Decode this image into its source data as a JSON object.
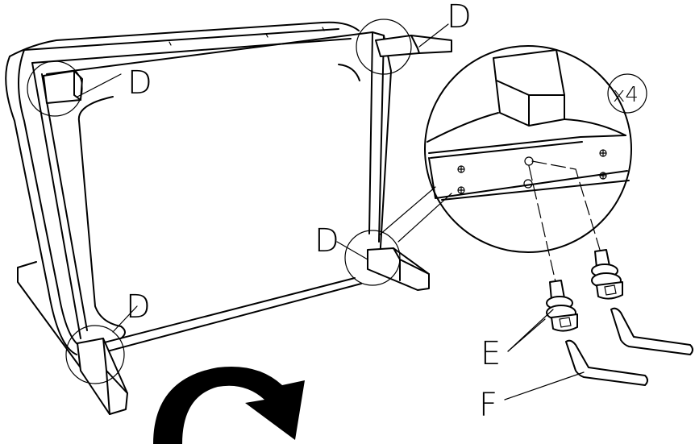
{
  "labels": {
    "corner_tr": "D",
    "corner_tl": "D",
    "corner_br": "D",
    "corner_bl": "D",
    "quantity": "x4",
    "part_e": "E",
    "part_f": "F"
  },
  "icons": {
    "rotate": "curved-arrow-rotate-icon"
  },
  "colors": {
    "line": "#000000",
    "background": "#ffffff"
  }
}
